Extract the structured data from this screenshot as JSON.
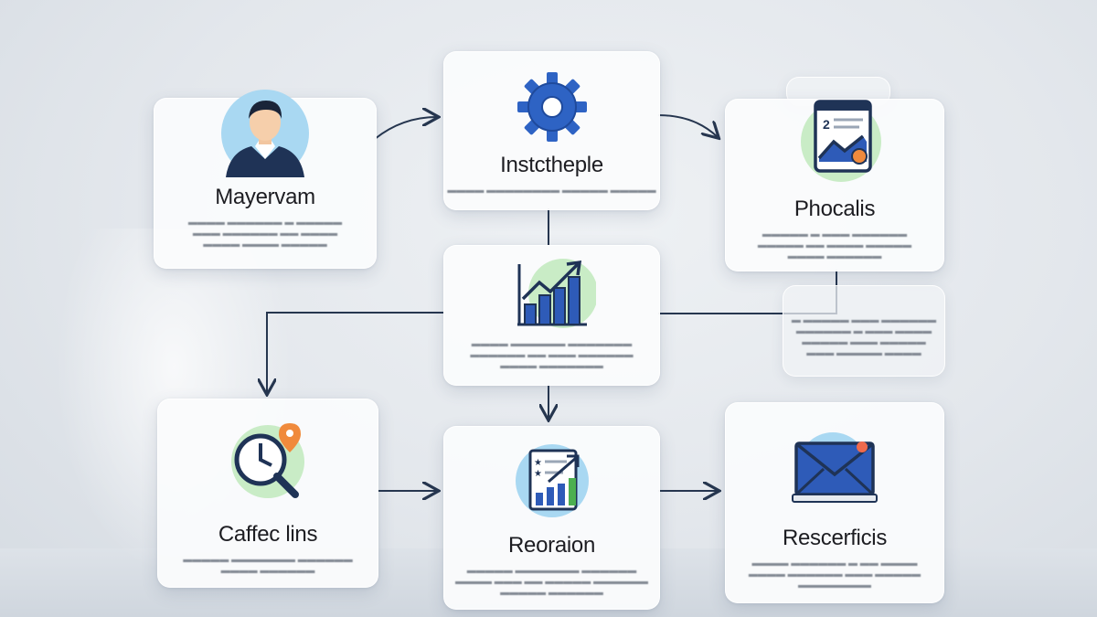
{
  "nodes": [
    {
      "id": "mayervam",
      "title": "Mayervam",
      "icon": "person-icon"
    },
    {
      "id": "instctheple",
      "title": "Instctheple",
      "icon": "gear-icon"
    },
    {
      "id": "phocalis",
      "title": "Phocalis",
      "icon": "document-chart-icon"
    },
    {
      "id": "growth",
      "title": "",
      "icon": "bar-chart-trend-icon"
    },
    {
      "id": "aside",
      "title": "",
      "icon": ""
    },
    {
      "id": "caffec",
      "title": "Caffec lins",
      "icon": "clock-search-icon"
    },
    {
      "id": "reoraion",
      "title": "Reoraion",
      "icon": "report-chart-icon"
    },
    {
      "id": "rescerficis",
      "title": "Rescerficis",
      "icon": "envelope-icon"
    }
  ],
  "colors": {
    "primary_blue": "#2e5bb8",
    "navy": "#1f3356",
    "light_blue_circle": "#a9d8f2",
    "light_green_circle": "#c9ecc6",
    "accent_orange": "#f08a3c",
    "connector": "#26364f"
  }
}
